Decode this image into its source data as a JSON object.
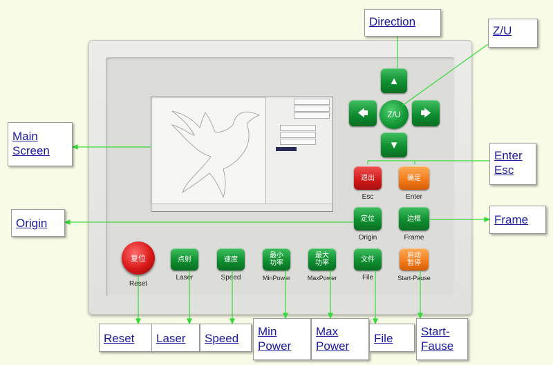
{
  "callouts": {
    "direction": "Direction",
    "zu": "Z/U",
    "main_screen": "Main\nScreen",
    "enter_esc": "Enter\nEsc",
    "origin": "Origin",
    "frame": "Frame",
    "reset": "Reset",
    "laser": "Laser",
    "speed": "Speed",
    "min_power": "Min\nPower",
    "max_power": "Max\nPower",
    "file": "File",
    "start_pause": "Start-\nFause"
  },
  "buttons": {
    "zu": "Z/U",
    "esc_cn": "退出",
    "esc_en": "Esc",
    "enter_cn": "确定",
    "enter_en": "Enter",
    "origin_cn": "定位",
    "origin_en": "Origin",
    "frame_cn": "边框",
    "frame_en": "Frame",
    "reset_cn": "复位",
    "reset_en": "Reset",
    "laser_cn": "点射",
    "laser_en": "Laser",
    "speed_cn": "速度",
    "speed_en": "Speed",
    "minpower_cn": "最小\n功率",
    "minpower_en": "MinPower",
    "maxpower_cn": "最大\n功率",
    "maxpower_en": "MaxPower",
    "file_cn": "文件",
    "file_en": "File",
    "startpause_cn": "启动\n暂停",
    "startpause_en": "Start-Pause"
  },
  "icons": {
    "up": "▲",
    "down": "▼",
    "left": "🡄",
    "right": "🡆"
  },
  "colors": {
    "callout_text": "#1a1a9e",
    "leader_line": "#35d93a",
    "button_green": "#0f8f30",
    "button_red": "#d01818",
    "button_orange": "#f27a1a"
  }
}
